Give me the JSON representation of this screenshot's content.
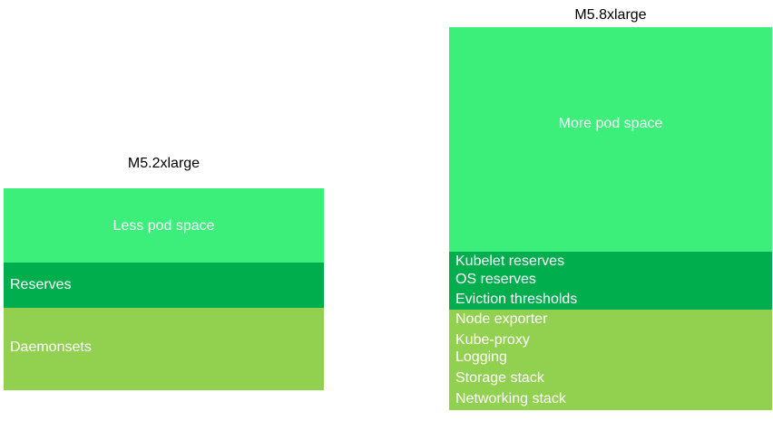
{
  "colors": {
    "pod_space": "#3bef7a",
    "reserves": "#00ae4e",
    "daemonsets": "#92d050",
    "text_on_block": "#ffffff",
    "title_text": "#000000"
  },
  "left_node": {
    "title": "M5.2xlarge",
    "pod_space_label": "Less pod space",
    "reserves_label": "Reserves",
    "daemonsets_label": "Daemonsets"
  },
  "right_node": {
    "title": "M5.8xlarge",
    "pod_space_label": "More pod space",
    "reserves_items": [
      "Kubelet reserves",
      "OS reserves",
      "Eviction thresholds"
    ],
    "daemonsets_items": [
      "Node exporter",
      "Kube-proxy",
      "Logging",
      "Storage stack",
      "Networking stack"
    ]
  }
}
